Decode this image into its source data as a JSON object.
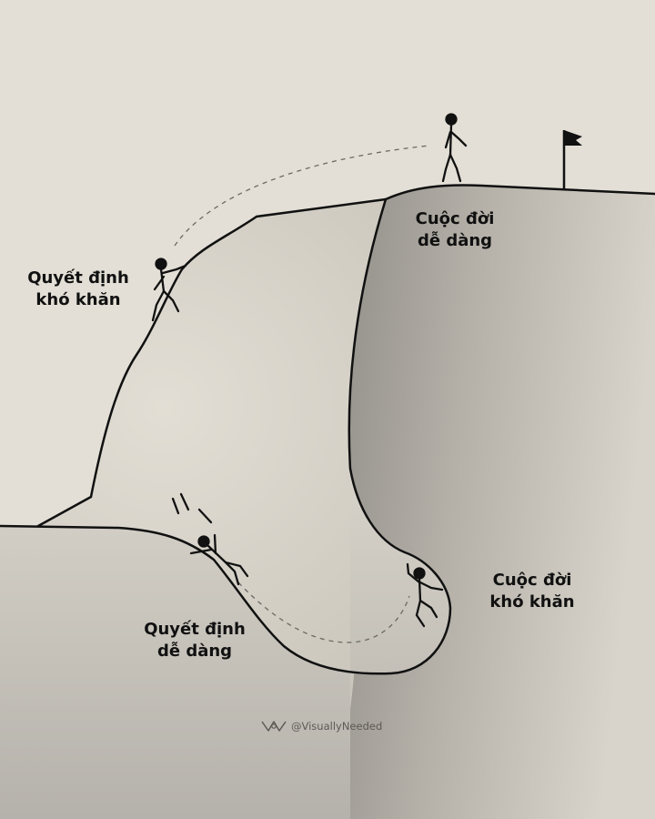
{
  "labels": {
    "hard_decision": [
      "Quyết định",
      "khó khăn"
    ],
    "easy_life": [
      "Cuộc đời",
      "dễ dàng"
    ],
    "hard_life": [
      "Cuộc đời",
      "khó khăn"
    ],
    "easy_decision": [
      "Quyết định",
      "dễ dàng"
    ]
  },
  "watermark": {
    "handle": "@VisuallyNeeded",
    "icon": "visually-needed-logo-icon"
  },
  "colors": {
    "paper": "#e3dfd6",
    "ink": "#111111",
    "hill_light": "#d6d1c7",
    "hill_dark": "#a3a09a"
  }
}
